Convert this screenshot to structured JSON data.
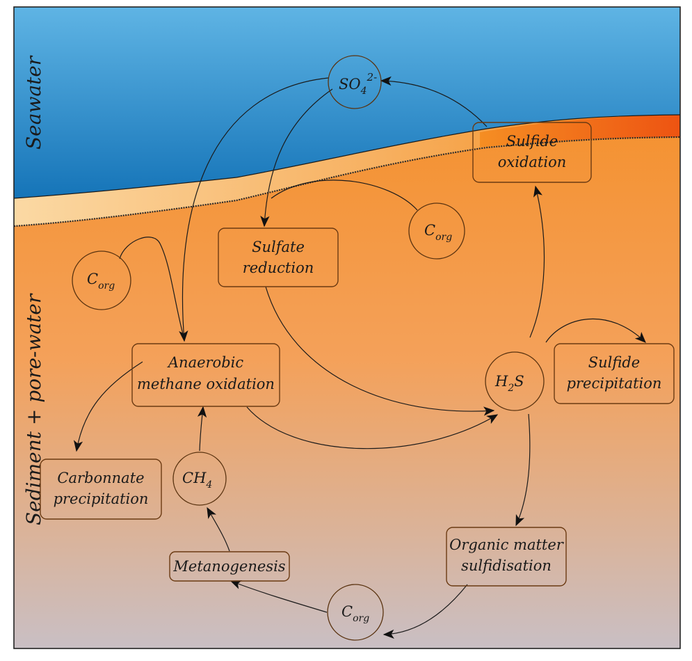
{
  "zones": {
    "seawater": "Seawater",
    "sediment": "Sediment + pore-water"
  },
  "nodes": {
    "so4": {
      "base": "SO",
      "sub": "4",
      "sup": "2-"
    },
    "h2s": {
      "base": "H",
      "sub": "2",
      "tail": "S"
    },
    "ch4": {
      "base": "CH",
      "sub": "4"
    },
    "corg": {
      "base": "C",
      "sub": "org"
    }
  },
  "processes": {
    "sulfide_oxidation": [
      "Sulfide",
      "oxidation"
    ],
    "sulfate_reduction": [
      "Sulfate",
      "reduction"
    ],
    "anaerobic_methane_oxidation": [
      "Anaerobic",
      "methane oxidation"
    ],
    "sulfide_precipitation": [
      "Sulfide",
      "precipitation"
    ],
    "carbonnate_precipitation": [
      "Carbonnate",
      "precipitation"
    ],
    "metanogenesis": [
      "Metanogenesis"
    ],
    "organic_matter_sulfidisation": [
      "Organic matter",
      "sulfidisation"
    ]
  },
  "colors": {
    "seawater_top": "#5fb4e4",
    "seawater_bottom": "#1574b8",
    "sediment_top": "#f58a1c",
    "sediment_bottom": "#c9bfc4",
    "surface_layer": "#f9c98a",
    "oxic_layer": "#ee5a12"
  }
}
